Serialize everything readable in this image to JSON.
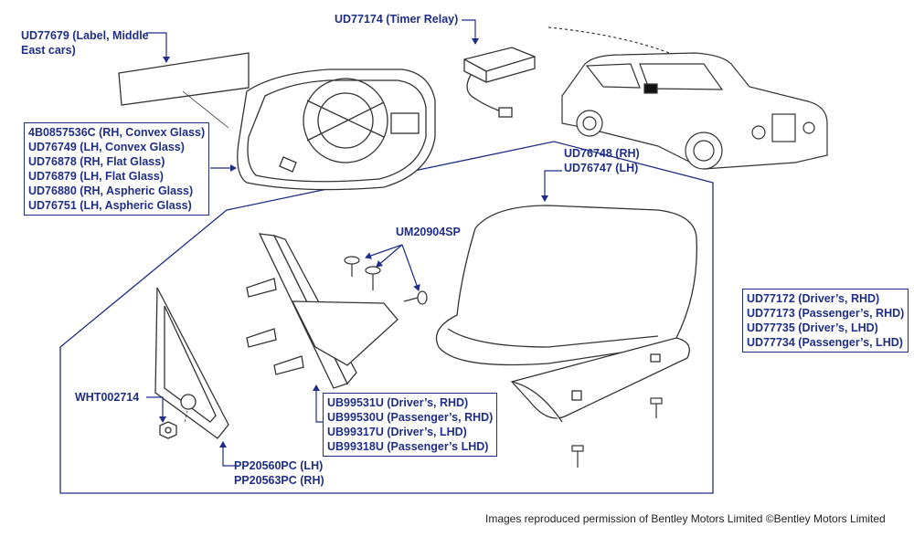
{
  "labels": {
    "label_middle_east": {
      "lines": [
        "UD77679 (Label, Middle",
        "East cars)"
      ]
    },
    "timer_relay": {
      "lines": [
        "UD77174 (Timer Relay)"
      ]
    },
    "mirror_glass": {
      "lines": [
        "4B0857536C (RH, Convex Glass)",
        "UD76749 (LH, Convex Glass)",
        "UD76878 (RH, Flat Glass)",
        "UD76879 (LH, Flat Glass)",
        "UD76880 (RH, Aspheric Glass)",
        "UD76751 (LH, Aspheric Glass)"
      ]
    },
    "mirror_cover": {
      "lines": [
        "UD76748 (RH)",
        "UD76747 (LH)"
      ]
    },
    "screws": {
      "lines": [
        "UM20904SP"
      ]
    },
    "mirror_assembly": {
      "lines": [
        "UD77172 (Driver’s, RHD)",
        "UD77173 (Passenger’s, RHD)",
        "UD77735 (Driver’s, LHD)",
        "UD77734 (Passenger’s, LHD)"
      ]
    },
    "nut": {
      "lines": [
        "WHT002714"
      ]
    },
    "motor_base": {
      "lines": [
        "UB99531U (Driver’s, RHD)",
        "UB99530U (Passenger’s, RHD)",
        "UB99317U (Driver’s, LHD)",
        "UB99318U (Passenger’s LHD)"
      ]
    },
    "gasket": {
      "lines": [
        "PP20560PC (LH)",
        "PP20563PC (RH)"
      ]
    }
  },
  "credit": "Images reproduced permission of Bentley Motors Limited ©Bentley Motors Limited",
  "colors": {
    "callout": "#1f2e86",
    "line_art": "#333333",
    "text": "#222222"
  }
}
